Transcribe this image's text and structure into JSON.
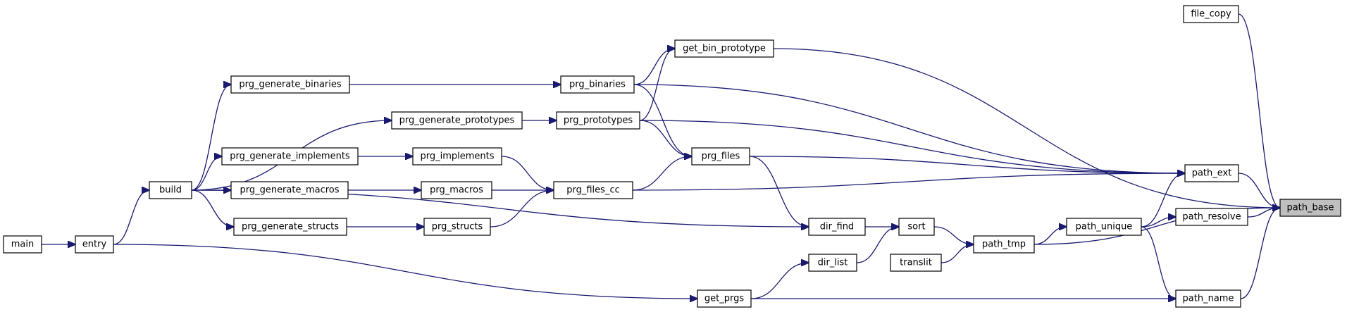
{
  "graph": {
    "highlight_color": "#bfbfbf",
    "edge_color": "#191970",
    "nodes": [
      {
        "id": "path_base",
        "label": "path_base",
        "highlight": true
      },
      {
        "id": "file_copy",
        "label": "file_copy"
      },
      {
        "id": "get_bin_prototype",
        "label": "get_bin_prototype"
      },
      {
        "id": "prg_generate_binaries",
        "label": "prg_generate_binaries"
      },
      {
        "id": "prg_binaries",
        "label": "prg_binaries"
      },
      {
        "id": "prg_generate_prototypes",
        "label": "prg_generate_prototypes"
      },
      {
        "id": "prg_prototypes",
        "label": "prg_prototypes"
      },
      {
        "id": "prg_generate_implements",
        "label": "prg_generate_implements"
      },
      {
        "id": "prg_implements",
        "label": "prg_implements"
      },
      {
        "id": "prg_files",
        "label": "prg_files"
      },
      {
        "id": "path_ext",
        "label": "path_ext"
      },
      {
        "id": "build",
        "label": "build"
      },
      {
        "id": "prg_generate_macros",
        "label": "prg_generate_macros"
      },
      {
        "id": "prg_macros",
        "label": "prg_macros"
      },
      {
        "id": "prg_files_cc",
        "label": "prg_files_cc"
      },
      {
        "id": "path_resolve",
        "label": "path_resolve"
      },
      {
        "id": "prg_generate_structs",
        "label": "prg_generate_structs"
      },
      {
        "id": "prg_structs",
        "label": "prg_structs"
      },
      {
        "id": "dir_find",
        "label": "dir_find"
      },
      {
        "id": "sort",
        "label": "sort"
      },
      {
        "id": "path_unique",
        "label": "path_unique"
      },
      {
        "id": "main",
        "label": "main"
      },
      {
        "id": "entry",
        "label": "entry"
      },
      {
        "id": "translit",
        "label": "translit"
      },
      {
        "id": "path_tmp",
        "label": "path_tmp"
      },
      {
        "id": "dir_list",
        "label": "dir_list"
      },
      {
        "id": "get_prgs",
        "label": "get_prgs"
      },
      {
        "id": "path_name",
        "label": "path_name"
      }
    ],
    "edges": [
      {
        "from": "file_copy",
        "to": "path_base"
      },
      {
        "from": "get_bin_prototype",
        "to": "path_base"
      },
      {
        "from": "path_ext",
        "to": "path_base"
      },
      {
        "from": "path_resolve",
        "to": "path_base"
      },
      {
        "from": "path_tmp",
        "to": "path_base"
      },
      {
        "from": "path_name",
        "to": "path_base"
      },
      {
        "from": "prg_binaries",
        "to": "get_bin_prototype"
      },
      {
        "from": "prg_prototypes",
        "to": "get_bin_prototype"
      },
      {
        "from": "prg_generate_binaries",
        "to": "prg_binaries"
      },
      {
        "from": "build",
        "to": "prg_generate_binaries"
      },
      {
        "from": "build",
        "to": "prg_generate_prototypes"
      },
      {
        "from": "prg_generate_prototypes",
        "to": "prg_prototypes"
      },
      {
        "from": "build",
        "to": "prg_generate_implements"
      },
      {
        "from": "prg_generate_implements",
        "to": "prg_implements"
      },
      {
        "from": "build",
        "to": "prg_generate_macros"
      },
      {
        "from": "prg_generate_macros",
        "to": "prg_macros"
      },
      {
        "from": "build",
        "to": "prg_generate_structs"
      },
      {
        "from": "prg_generate_structs",
        "to": "prg_structs"
      },
      {
        "from": "prg_binaries",
        "to": "prg_files"
      },
      {
        "from": "prg_prototypes",
        "to": "prg_files"
      },
      {
        "from": "prg_files_cc",
        "to": "prg_files"
      },
      {
        "from": "prg_implements",
        "to": "prg_files_cc"
      },
      {
        "from": "prg_macros",
        "to": "prg_files_cc"
      },
      {
        "from": "prg_structs",
        "to": "prg_files_cc"
      },
      {
        "from": "prg_binaries",
        "to": "path_ext"
      },
      {
        "from": "prg_prototypes",
        "to": "path_ext"
      },
      {
        "from": "prg_files",
        "to": "path_ext"
      },
      {
        "from": "prg_files_cc",
        "to": "path_ext"
      },
      {
        "from": "path_unique",
        "to": "path_ext"
      },
      {
        "from": "prg_files",
        "to": "dir_find"
      },
      {
        "from": "build",
        "to": "dir_find"
      },
      {
        "from": "dir_find",
        "to": "sort"
      },
      {
        "from": "dir_list",
        "to": "sort"
      },
      {
        "from": "sort",
        "to": "path_tmp"
      },
      {
        "from": "translit",
        "to": "path_tmp"
      },
      {
        "from": "path_tmp",
        "to": "path_unique"
      },
      {
        "from": "path_unique",
        "to": "path_resolve"
      },
      {
        "from": "path_unique",
        "to": "path_name"
      },
      {
        "from": "get_prgs",
        "to": "path_name"
      },
      {
        "from": "get_prgs",
        "to": "dir_list"
      },
      {
        "from": "entry",
        "to": "get_prgs"
      },
      {
        "from": "entry",
        "to": "build"
      },
      {
        "from": "main",
        "to": "entry"
      }
    ]
  }
}
